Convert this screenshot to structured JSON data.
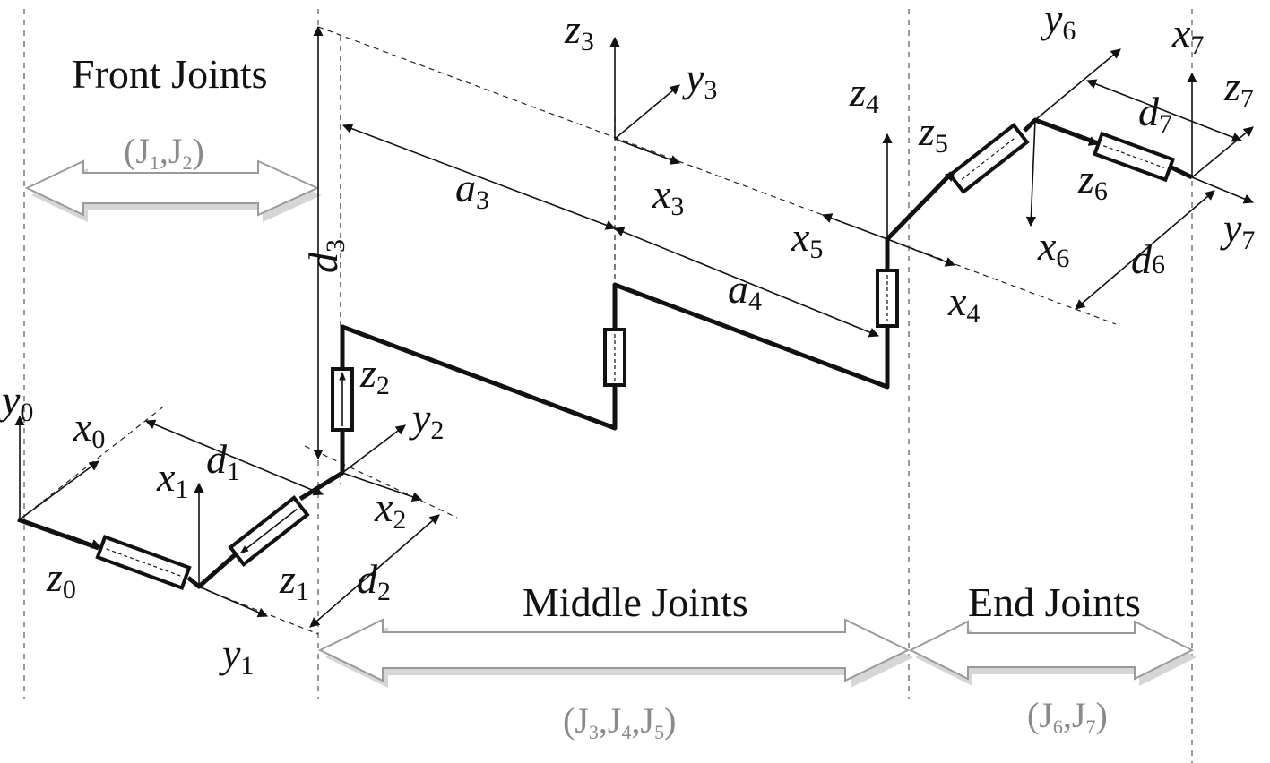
{
  "groups": {
    "front": {
      "title": "Front Joints",
      "joints": [
        "J",
        "1",
        ",J",
        "2"
      ]
    },
    "middle": {
      "title": "Middle Joints",
      "joints": [
        "J",
        "3",
        ",J",
        "4",
        ",J",
        "5"
      ]
    },
    "end": {
      "title": "End Joints",
      "joints": [
        "J",
        "6",
        ",J",
        "7"
      ]
    }
  },
  "frames": {
    "y0": [
      "y",
      "0"
    ],
    "x0": [
      "x",
      "0"
    ],
    "z0": [
      "z",
      "0"
    ],
    "x1": [
      "x",
      "1"
    ],
    "y1": [
      "y",
      "1"
    ],
    "z1": [
      "z",
      "1"
    ],
    "z2": [
      "z",
      "2"
    ],
    "y2": [
      "y",
      "2"
    ],
    "x2": [
      "x",
      "2"
    ],
    "z3": [
      "z",
      "3"
    ],
    "y3": [
      "y",
      "3"
    ],
    "x3": [
      "x",
      "3"
    ],
    "z4": [
      "z",
      "4"
    ],
    "x4": [
      "x",
      "4"
    ],
    "z5": [
      "z",
      "5"
    ],
    "x5": [
      "x",
      "5"
    ],
    "y6": [
      "y",
      "6"
    ],
    "z6": [
      "z",
      "6"
    ],
    "x6": [
      "x",
      "6"
    ],
    "x7": [
      "x",
      "7"
    ],
    "z7": [
      "z",
      "7"
    ],
    "y7": [
      "y",
      "7"
    ]
  },
  "dimensions": {
    "d1": [
      "d",
      "1"
    ],
    "d2": [
      "d",
      "2"
    ],
    "d3": [
      "d",
      "3"
    ],
    "a3": [
      "a",
      "3"
    ],
    "a4": [
      "a",
      "4"
    ],
    "d6": [
      "d",
      "6"
    ],
    "d7": [
      "d",
      "7"
    ]
  }
}
